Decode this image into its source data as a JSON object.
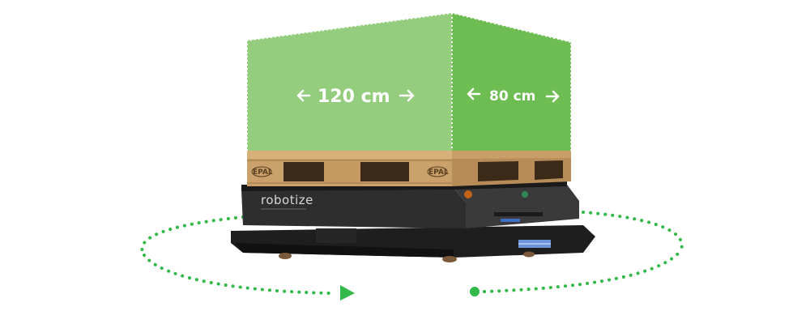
{
  "cargo": {
    "length_label": "120 cm",
    "width_label": "80 cm",
    "front_color": "#8dca76",
    "side_color": "#6ebd52"
  },
  "pallet": {
    "stamp_left": "EPAL",
    "stamp_right": "EPAL",
    "wood_color": "#c9a06a"
  },
  "robot": {
    "brand": "robotize",
    "body_color": "#2b2b2b"
  },
  "rotation_path": {
    "color": "#33b84a"
  }
}
